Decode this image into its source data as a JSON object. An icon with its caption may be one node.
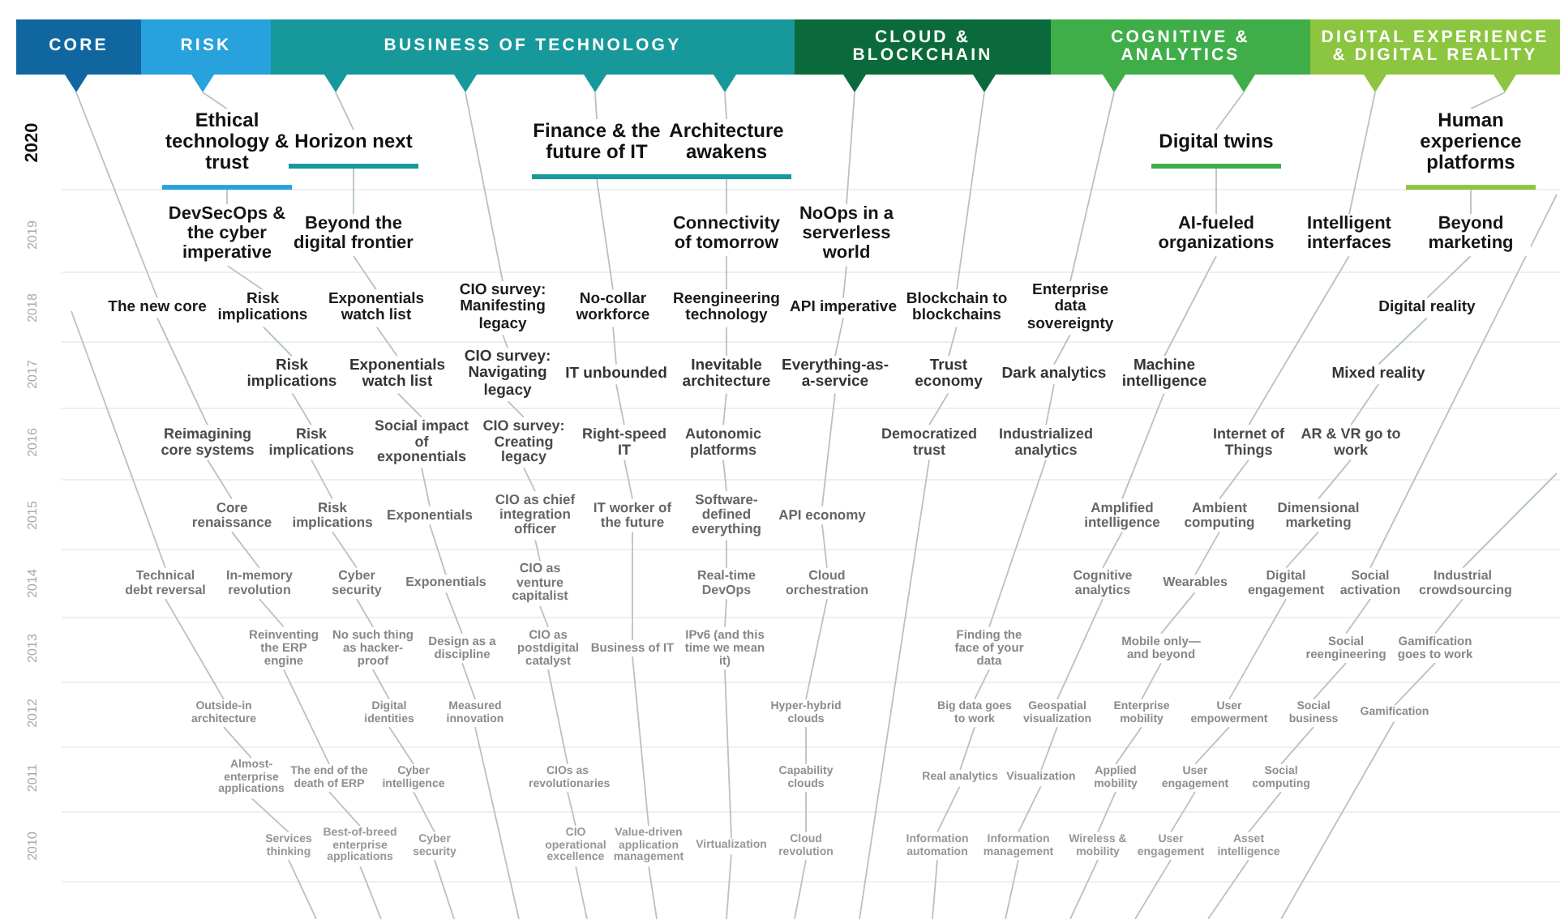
{
  "diagram": {
    "nodes": [
      {
        "text": [
          "CORE"
        ]
      },
      {
        "text": [
          "RISK"
        ]
      },
      {
        "text": [
          "BUSINESS OF TECHNOLOGY"
        ]
      },
      {
        "text": [
          "CLOUD & BLOCKCHAIN"
        ]
      },
      {
        "text": [
          "COGNITIVE & ANALYTICS"
        ]
      },
      {
        "text": [
          "DIGITAL EXPERIENCE & DIGITAL REALITY"
        ]
      },
      {
        "text": [
          "Ethical technology & trust"
        ]
      },
      {
        "text": [
          "Horizon next"
        ]
      },
      {
        "text": [
          "Finance & the future of IT"
        ]
      },
      {
        "text": [
          "Architecture awakens"
        ]
      },
      {
        "text": [
          "Digital twins"
        ]
      },
      {
        "text": [
          "Human experience platforms"
        ]
      },
      {
        "text": [
          "DevSecOps & the cyber imperative"
        ]
      },
      {
        "text": [
          "Beyond the digital frontier"
        ]
      },
      {
        "text": [
          "Connectivity of tomorrow"
        ]
      },
      {
        "text": [
          "NoOps in a serverless world"
        ]
      },
      {
        "text": [
          "AI-fueled organizations"
        ]
      },
      {
        "text": [
          "Intelligent interfaces"
        ]
      },
      {
        "text": [
          "Beyond marketing"
        ]
      },
      {
        "text": [
          "The new core"
        ]
      },
      {
        "text": [
          "Risk implications"
        ]
      },
      {
        "text": [
          "Exponentials watch list"
        ]
      },
      {
        "text": [
          "CIO survey: Manifesting legacy"
        ]
      },
      {
        "text": [
          "No-collar workforce"
        ]
      },
      {
        "text": [
          "Reengineering technology"
        ]
      },
      {
        "text": [
          "API imperative"
        ]
      },
      {
        "text": [
          "Blockchain to blockchains"
        ]
      },
      {
        "text": [
          "Enterprise data sovereignty"
        ]
      },
      {
        "text": [
          "Digital reality"
        ]
      },
      {
        "text": [
          "Risk implications"
        ]
      },
      {
        "text": [
          "Exponentials watch list"
        ]
      },
      {
        "text": [
          "CIO survey: Navigating legacy"
        ]
      },
      {
        "text": [
          "IT unbounded"
        ]
      },
      {
        "text": [
          "Inevitable architecture"
        ]
      },
      {
        "text": [
          "Everything-as-a-service"
        ]
      },
      {
        "text": [
          "Trust economy"
        ]
      },
      {
        "text": [
          "Dark analytics"
        ]
      },
      {
        "text": [
          "Machine intelligence"
        ]
      },
      {
        "text": [
          "Mixed reality"
        ]
      },
      {
        "text": [
          "Reimagining core systems"
        ]
      },
      {
        "text": [
          "Risk implications"
        ]
      },
      {
        "text": [
          "Social impact of exponentials"
        ]
      },
      {
        "text": [
          "CIO survey: Creating legacy"
        ]
      },
      {
        "text": [
          "Right-speed IT"
        ]
      },
      {
        "text": [
          "Autonomic platforms"
        ]
      },
      {
        "text": [
          "Democratized trust"
        ]
      },
      {
        "text": [
          "Industrialized analytics"
        ]
      },
      {
        "text": [
          "Internet of Things"
        ]
      },
      {
        "text": [
          "AR & VR go to work"
        ]
      },
      {
        "text": [
          "Core renaissance"
        ]
      },
      {
        "text": [
          "Risk implications"
        ]
      },
      {
        "text": [
          "Exponentials"
        ]
      },
      {
        "text": [
          "CIO as chief integration officer"
        ]
      },
      {
        "text": [
          "IT worker of the future"
        ]
      },
      {
        "text": [
          "Software-defined everything"
        ]
      },
      {
        "text": [
          "API economy"
        ]
      },
      {
        "text": [
          "Amplified intelligence"
        ]
      },
      {
        "text": [
          "Ambient computing"
        ]
      },
      {
        "text": [
          "Dimensional marketing"
        ]
      },
      {
        "text": [
          "Technical debt reversal"
        ]
      },
      {
        "text": [
          "In-memory revolution"
        ]
      },
      {
        "text": [
          "Cyber security"
        ]
      },
      {
        "text": [
          "Exponentials"
        ]
      },
      {
        "text": [
          "CIO as venture capitalist"
        ]
      },
      {
        "text": [
          "Real-time DevOps"
        ]
      },
      {
        "text": [
          "Cloud orchestration"
        ]
      },
      {
        "text": [
          "Cognitive analytics"
        ]
      },
      {
        "text": [
          "Wearables"
        ]
      },
      {
        "text": [
          "Digital engagement"
        ]
      },
      {
        "text": [
          "Social activation"
        ]
      },
      {
        "text": [
          "Industrial crowdsourcing"
        ]
      },
      {
        "text": [
          "Reinventing the ERP engine"
        ]
      },
      {
        "text": [
          "No such thing as hacker-proof"
        ]
      },
      {
        "text": [
          "Design as a discipline"
        ]
      },
      {
        "text": [
          "CIO as postdigital catalyst"
        ]
      },
      {
        "text": [
          "Business of IT"
        ]
      },
      {
        "text": [
          "IPv6 (and this time we mean it)"
        ]
      },
      {
        "text": [
          "Finding the face of your data"
        ]
      },
      {
        "text": [
          "Mobile only—and beyond"
        ]
      },
      {
        "text": [
          "Social reengineering"
        ]
      },
      {
        "text": [
          "Gamification goes to work"
        ]
      },
      {
        "text": [
          "Outside-in architecture"
        ]
      },
      {
        "text": [
          "Digital identities"
        ]
      },
      {
        "text": [
          "Measured innovation"
        ]
      },
      {
        "text": [
          "Hyper-hybrid clouds"
        ]
      },
      {
        "text": [
          "Big data goes to work"
        ]
      },
      {
        "text": [
          "Geospatial visualization"
        ]
      },
      {
        "text": [
          "Enterprise mobility"
        ]
      },
      {
        "text": [
          "User empowerment"
        ]
      },
      {
        "text": [
          "Social business"
        ]
      },
      {
        "text": [
          "Gamification"
        ]
      },
      {
        "text": [
          "Almost-enterprise applications"
        ]
      },
      {
        "text": [
          "The end of the death of ERP"
        ]
      },
      {
        "text": [
          "Cyber intelligence"
        ]
      },
      {
        "text": [
          "CIOs as revolutionaries"
        ]
      },
      {
        "text": [
          "Capability clouds"
        ]
      },
      {
        "text": [
          "Real analytics"
        ]
      },
      {
        "text": [
          "Visualization"
        ]
      },
      {
        "text": [
          "Applied mobility"
        ]
      },
      {
        "text": [
          "User engagement"
        ]
      },
      {
        "text": [
          "Social computing"
        ]
      },
      {
        "text": [
          "Services thinking"
        ]
      },
      {
        "text": [
          "Best-of-breed enterprise applications"
        ]
      },
      {
        "text": [
          "Cyber security"
        ]
      },
      {
        "text": [
          "CIO operational excellence"
        ]
      },
      {
        "text": [
          "Value-driven application management"
        ]
      },
      {
        "text": [
          "Virtualization"
        ]
      },
      {
        "text": [
          "Cloud revolution"
        ]
      },
      {
        "text": [
          "Information automation"
        ]
      },
      {
        "text": [
          "Information management"
        ]
      },
      {
        "text": [
          "Wireless & mobility"
        ]
      },
      {
        "text": [
          "User engagement"
        ]
      },
      {
        "text": [
          "Asset intelligence"
        ]
      }
    ],
    "edges": [
      {
        "from": 0,
        "to": 19,
        "arrow": "none"
      },
      {
        "from": 19,
        "to": 39,
        "arrow": "none"
      },
      {
        "from": 39,
        "to": 49,
        "arrow": "none"
      },
      {
        "from": 49,
        "to": 60,
        "arrow": "none"
      },
      {
        "from": 60,
        "to": 71,
        "arrow": "none"
      },
      {
        "from": 71,
        "to": 92,
        "arrow": "none"
      },
      {
        "from": 92,
        "to": 102,
        "arrow": "none"
      },
      {
        "from": 102,
        "to": null,
        "arrow": "none"
      },
      {
        "from": null,
        "to": 59,
        "arrow": "none"
      },
      {
        "from": 59,
        "to": 81,
        "arrow": "none"
      },
      {
        "from": 81,
        "to": 91,
        "arrow": "none"
      },
      {
        "from": 91,
        "to": 101,
        "arrow": "none"
      },
      {
        "from": 101,
        "to": null,
        "arrow": "none"
      },
      {
        "from": 1,
        "to": 6,
        "arrow": "none"
      },
      {
        "from": 6,
        "to": 12,
        "arrow": "none"
      },
      {
        "from": 12,
        "to": 20,
        "arrow": "none"
      },
      {
        "from": 20,
        "to": 29,
        "arrow": "none"
      },
      {
        "from": 29,
        "to": 40,
        "arrow": "none"
      },
      {
        "from": 40,
        "to": 50,
        "arrow": "none"
      },
      {
        "from": 50,
        "to": 61,
        "arrow": "none"
      },
      {
        "from": 61,
        "to": 72,
        "arrow": "none"
      },
      {
        "from": 72,
        "to": 82,
        "arrow": "none"
      },
      {
        "from": 82,
        "to": 93,
        "arrow": "none"
      },
      {
        "from": 93,
        "to": 103,
        "arrow": "none"
      },
      {
        "from": 103,
        "to": null,
        "arrow": "none"
      },
      {
        "from": 2,
        "to": 7,
        "arrow": "none"
      },
      {
        "from": 7,
        "to": 13,
        "arrow": "none"
      },
      {
        "from": 13,
        "to": 21,
        "arrow": "none"
      },
      {
        "from": 21,
        "to": 30,
        "arrow": "none"
      },
      {
        "from": 30,
        "to": 41,
        "arrow": "none"
      },
      {
        "from": 41,
        "to": 51,
        "arrow": "none"
      },
      {
        "from": 51,
        "to": 62,
        "arrow": "none"
      },
      {
        "from": 62,
        "to": 73,
        "arrow": "none"
      },
      {
        "from": 73,
        "to": 83,
        "arrow": "none"
      },
      {
        "from": 83,
        "to": null,
        "arrow": "none"
      },
      {
        "from": 2,
        "to": 22,
        "arrow": "none"
      },
      {
        "from": 22,
        "to": 31,
        "arrow": "none"
      },
      {
        "from": 31,
        "to": 42,
        "arrow": "none"
      },
      {
        "from": 42,
        "to": 52,
        "arrow": "none"
      },
      {
        "from": 52,
        "to": 63,
        "arrow": "none"
      },
      {
        "from": 63,
        "to": 74,
        "arrow": "none"
      },
      {
        "from": 74,
        "to": 94,
        "arrow": "none"
      },
      {
        "from": 94,
        "to": 104,
        "arrow": "none"
      },
      {
        "from": 104,
        "to": null,
        "arrow": "none"
      },
      {
        "from": 2,
        "to": 8,
        "arrow": "none"
      },
      {
        "from": 8,
        "to": 23,
        "arrow": "none"
      },
      {
        "from": 23,
        "to": 32,
        "arrow": "none"
      },
      {
        "from": 32,
        "to": 43,
        "arrow": "none"
      },
      {
        "from": 43,
        "to": 53,
        "arrow": "none"
      },
      {
        "from": 53,
        "to": 75,
        "arrow": "none"
      },
      {
        "from": 75,
        "to": 105,
        "arrow": "none"
      },
      {
        "from": 105,
        "to": null,
        "arrow": "none"
      },
      {
        "from": 2,
        "to": 9,
        "arrow": "none"
      },
      {
        "from": 9,
        "to": 14,
        "arrow": "none"
      },
      {
        "from": 14,
        "to": 24,
        "arrow": "none"
      },
      {
        "from": 24,
        "to": 33,
        "arrow": "none"
      },
      {
        "from": 33,
        "to": 44,
        "arrow": "none"
      },
      {
        "from": 44,
        "to": 54,
        "arrow": "none"
      },
      {
        "from": 54,
        "to": 64,
        "arrow": "none"
      },
      {
        "from": 64,
        "to": 76,
        "arrow": "none"
      },
      {
        "from": 76,
        "to": 106,
        "arrow": "none"
      },
      {
        "from": 106,
        "to": null,
        "arrow": "none"
      },
      {
        "from": 3,
        "to": 15,
        "arrow": "none"
      },
      {
        "from": 15,
        "to": 25,
        "arrow": "none"
      },
      {
        "from": 25,
        "to": 34,
        "arrow": "none"
      },
      {
        "from": 34,
        "to": 55,
        "arrow": "none"
      },
      {
        "from": 55,
        "to": 65,
        "arrow": "none"
      },
      {
        "from": 65,
        "to": 84,
        "arrow": "none"
      },
      {
        "from": 84,
        "to": 95,
        "arrow": "none"
      },
      {
        "from": 95,
        "to": 107,
        "arrow": "none"
      },
      {
        "from": 107,
        "to": null,
        "arrow": "none"
      },
      {
        "from": 3,
        "to": 26,
        "arrow": "none"
      },
      {
        "from": 26,
        "to": 35,
        "arrow": "none"
      },
      {
        "from": 35,
        "to": 45,
        "arrow": "none"
      },
      {
        "from": 45,
        "to": null,
        "arrow": "none"
      },
      {
        "from": 4,
        "to": 27,
        "arrow": "none"
      },
      {
        "from": 27,
        "to": 36,
        "arrow": "none"
      },
      {
        "from": 36,
        "to": 46,
        "arrow": "none"
      },
      {
        "from": 46,
        "to": 77,
        "arrow": "none"
      },
      {
        "from": 77,
        "to": 85,
        "arrow": "none"
      },
      {
        "from": 85,
        "to": 96,
        "arrow": "none"
      },
      {
        "from": 96,
        "to": 108,
        "arrow": "none"
      },
      {
        "from": 108,
        "to": null,
        "arrow": "none"
      },
      {
        "from": 4,
        "to": 10,
        "arrow": "none"
      },
      {
        "from": 10,
        "to": 16,
        "arrow": "none"
      },
      {
        "from": 16,
        "to": 37,
        "arrow": "none"
      },
      {
        "from": 37,
        "to": 56,
        "arrow": "none"
      },
      {
        "from": 56,
        "to": 66,
        "arrow": "none"
      },
      {
        "from": 66,
        "to": 86,
        "arrow": "none"
      },
      {
        "from": 86,
        "to": 97,
        "arrow": "none"
      },
      {
        "from": 97,
        "to": 109,
        "arrow": "none"
      },
      {
        "from": 109,
        "to": null,
        "arrow": "none"
      },
      {
        "from": 5,
        "to": 17,
        "arrow": "none"
      },
      {
        "from": 17,
        "to": 47,
        "arrow": "none"
      },
      {
        "from": 47,
        "to": 57,
        "arrow": "none"
      },
      {
        "from": 57,
        "to": 67,
        "arrow": "none"
      },
      {
        "from": 67,
        "to": 78,
        "arrow": "none"
      },
      {
        "from": 78,
        "to": 87,
        "arrow": "none"
      },
      {
        "from": 87,
        "to": 98,
        "arrow": "none"
      },
      {
        "from": 98,
        "to": 110,
        "arrow": "none"
      },
      {
        "from": 110,
        "to": null,
        "arrow": "none"
      },
      {
        "from": 5,
        "to": 11,
        "arrow": "none"
      },
      {
        "from": 11,
        "to": 18,
        "arrow": "none"
      },
      {
        "from": 18,
        "to": 28,
        "arrow": "none"
      },
      {
        "from": 28,
        "to": 38,
        "arrow": "none"
      },
      {
        "from": 38,
        "to": 48,
        "arrow": "none"
      },
      {
        "from": 48,
        "to": 58,
        "arrow": "none"
      },
      {
        "from": 58,
        "to": 68,
        "arrow": "none"
      },
      {
        "from": 68,
        "to": 88,
        "arrow": "none"
      },
      {
        "from": 88,
        "to": 99,
        "arrow": "none"
      },
      {
        "from": 99,
        "to": 111,
        "arrow": "none"
      },
      {
        "from": 111,
        "to": null,
        "arrow": "none"
      },
      {
        "from": null,
        "to": 69,
        "arrow": "none"
      },
      {
        "from": 69,
        "to": 79,
        "arrow": "none"
      },
      {
        "from": 79,
        "to": 89,
        "arrow": "none"
      },
      {
        "from": 89,
        "to": 100,
        "arrow": "none"
      },
      {
        "from": 100,
        "to": 112,
        "arrow": "none"
      },
      {
        "from": 112,
        "to": null,
        "arrow": "none"
      },
      {
        "from": null,
        "to": 70,
        "arrow": "none"
      },
      {
        "from": 70,
        "to": 80,
        "arrow": "none"
      },
      {
        "from": 80,
        "to": 90,
        "arrow": "none"
      },
      {
        "from": 90,
        "to": null,
        "arrow": "none"
      }
    ],
    "labels": [
      "2020",
      "2019",
      "2018",
      "2017",
      "2016",
      "2015",
      "2014",
      "2013",
      "2012",
      "2011",
      "2010"
    ]
  }
}
